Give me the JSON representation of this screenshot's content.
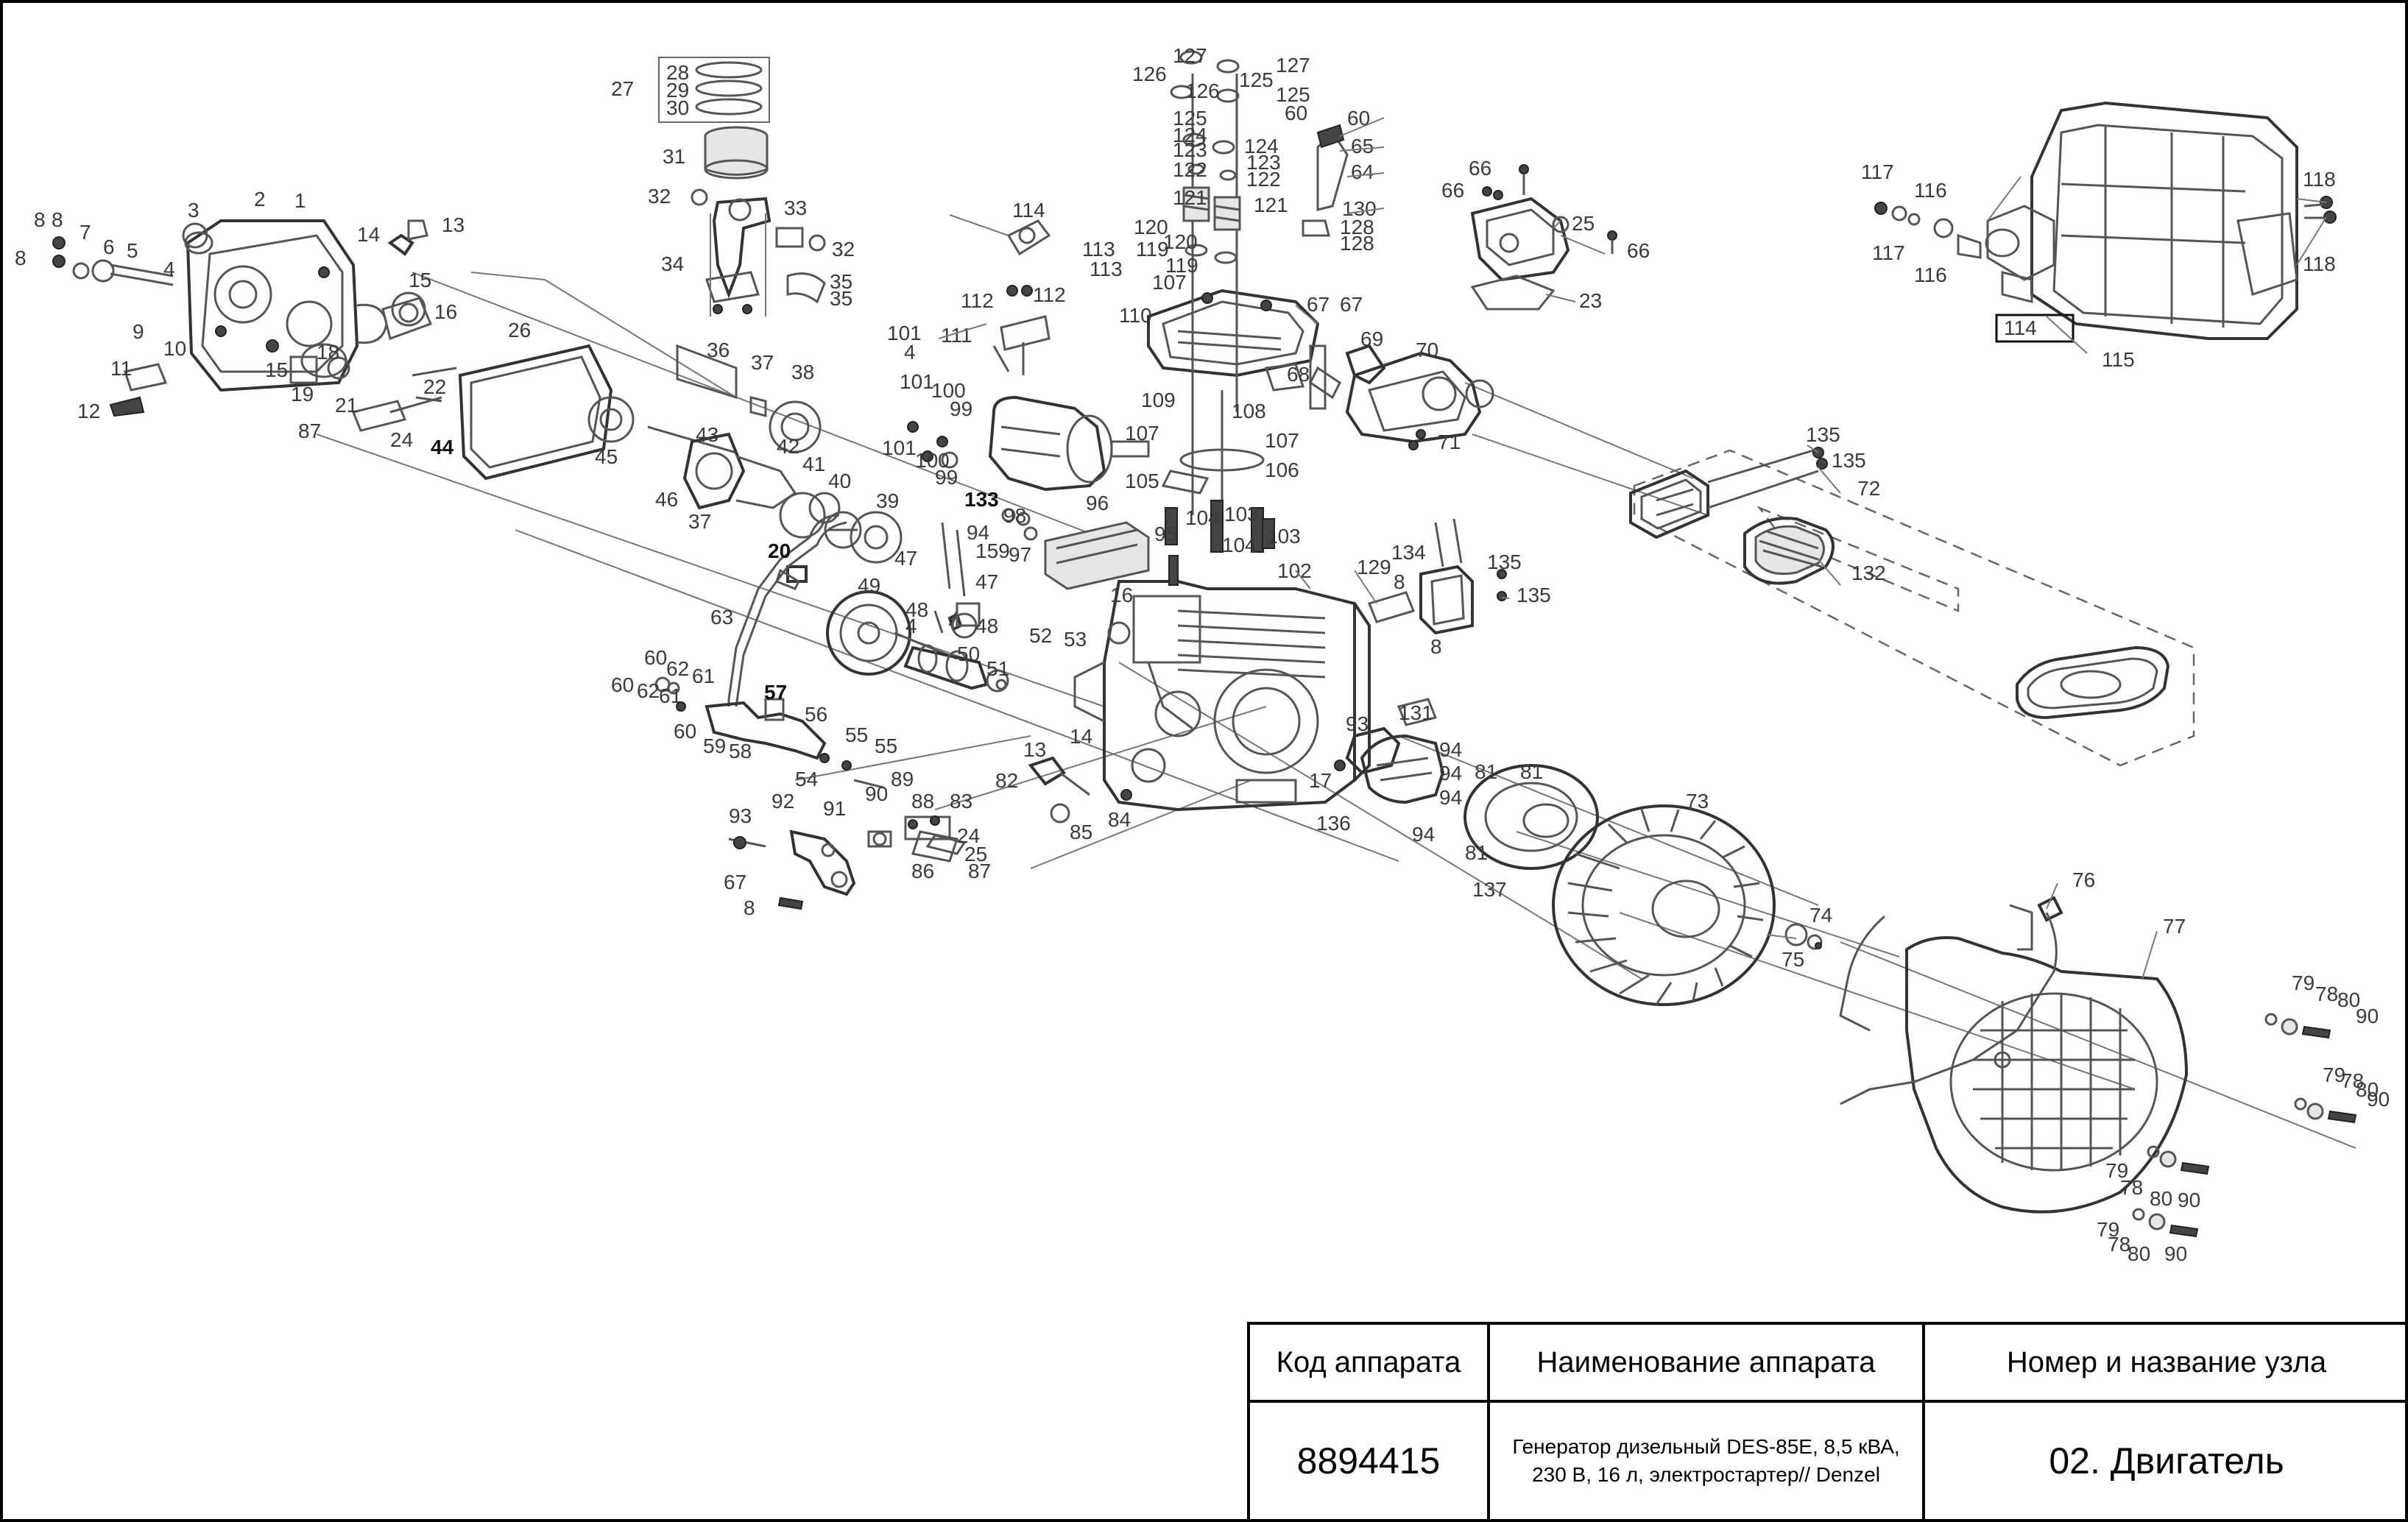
{
  "diagram": {
    "labels": [
      {
        "id": "l1",
        "text": "8"
      },
      {
        "id": "l2",
        "text": "8"
      },
      {
        "id": "l3",
        "text": "7"
      },
      {
        "id": "l4",
        "text": "6"
      },
      {
        "id": "l5",
        "text": "5"
      },
      {
        "id": "l6",
        "text": "8"
      },
      {
        "id": "l7",
        "text": "3"
      },
      {
        "id": "l8",
        "text": "2"
      },
      {
        "id": "l9",
        "text": "1"
      },
      {
        "id": "l10",
        "text": "13"
      },
      {
        "id": "l11",
        "text": "14"
      },
      {
        "id": "l12",
        "text": "15"
      },
      {
        "id": "l13",
        "text": "4"
      },
      {
        "id": "l14",
        "text": "16"
      },
      {
        "id": "l15",
        "text": "9"
      },
      {
        "id": "l16",
        "text": "10"
      },
      {
        "id": "l17",
        "text": "11"
      },
      {
        "id": "l18",
        "text": "12"
      },
      {
        "id": "l19",
        "text": "15"
      },
      {
        "id": "l20",
        "text": "18"
      },
      {
        "id": "l21",
        "text": "19"
      },
      {
        "id": "l22",
        "text": "21"
      },
      {
        "id": "l23",
        "text": "22"
      },
      {
        "id": "l24",
        "text": "87"
      },
      {
        "id": "l25",
        "text": "24"
      },
      {
        "id": "l26",
        "text": "44"
      },
      {
        "id": "l27",
        "text": "26"
      },
      {
        "id": "l28",
        "text": "27"
      },
      {
        "id": "l29",
        "text": "28"
      },
      {
        "id": "l30",
        "text": "29"
      },
      {
        "id": "l31",
        "text": "30"
      },
      {
        "id": "l32",
        "text": "31"
      },
      {
        "id": "l33",
        "text": "32"
      },
      {
        "id": "l34",
        "text": "33"
      },
      {
        "id": "l35",
        "text": "32"
      },
      {
        "id": "l36",
        "text": "34"
      },
      {
        "id": "l37",
        "text": "35"
      },
      {
        "id": "l38",
        "text": "35"
      },
      {
        "id": "l39",
        "text": "36"
      },
      {
        "id": "l40",
        "text": "37"
      },
      {
        "id": "l41",
        "text": "38"
      },
      {
        "id": "l42",
        "text": "43"
      },
      {
        "id": "l43",
        "text": "42"
      },
      {
        "id": "l44",
        "text": "41"
      },
      {
        "id": "l45",
        "text": "45"
      },
      {
        "id": "l46",
        "text": "46"
      },
      {
        "id": "l47",
        "text": "37"
      },
      {
        "id": "l48",
        "text": "40"
      },
      {
        "id": "l49",
        "text": "39"
      },
      {
        "id": "l50",
        "text": "20"
      },
      {
        "id": "l51",
        "text": "47"
      },
      {
        "id": "l52",
        "text": "49"
      },
      {
        "id": "l53",
        "text": "63"
      },
      {
        "id": "l54",
        "text": "48"
      },
      {
        "id": "l55",
        "text": "4"
      },
      {
        "id": "l56",
        "text": "50"
      },
      {
        "id": "l57",
        "text": "51"
      },
      {
        "id": "l58",
        "text": "60"
      },
      {
        "id": "l59",
        "text": "62"
      },
      {
        "id": "l60",
        "text": "61"
      },
      {
        "id": "l61",
        "text": "60"
      },
      {
        "id": "l62",
        "text": "62"
      },
      {
        "id": "l63",
        "text": "61"
      },
      {
        "id": "l64",
        "text": "57"
      },
      {
        "id": "l65",
        "text": "56"
      },
      {
        "id": "l66",
        "text": "60"
      },
      {
        "id": "l67",
        "text": "59"
      },
      {
        "id": "l68",
        "text": "58"
      },
      {
        "id": "l69",
        "text": "55"
      },
      {
        "id": "l70",
        "text": "55"
      },
      {
        "id": "l71",
        "text": "54"
      },
      {
        "id": "l72",
        "text": "93"
      },
      {
        "id": "l73",
        "text": "92"
      },
      {
        "id": "l74",
        "text": "91"
      },
      {
        "id": "l75",
        "text": "90"
      },
      {
        "id": "l76",
        "text": "67"
      },
      {
        "id": "l77",
        "text": "8"
      },
      {
        "id": "l78",
        "text": "89"
      },
      {
        "id": "l79",
        "text": "88"
      },
      {
        "id": "l80",
        "text": "83"
      },
      {
        "id": "l81",
        "text": "82"
      },
      {
        "id": "l82",
        "text": "24"
      },
      {
        "id": "l83",
        "text": "25"
      },
      {
        "id": "l84",
        "text": "86"
      },
      {
        "id": "l85",
        "text": "87"
      },
      {
        "id": "l86",
        "text": "13"
      },
      {
        "id": "l87",
        "text": "14"
      },
      {
        "id": "l88",
        "text": "84"
      },
      {
        "id": "l89",
        "text": "85"
      },
      {
        "id": "l90",
        "text": "52"
      },
      {
        "id": "l91",
        "text": "53"
      },
      {
        "id": "l92",
        "text": "114"
      },
      {
        "id": "l93",
        "text": "113"
      },
      {
        "id": "l94",
        "text": "113"
      },
      {
        "id": "l95",
        "text": "112"
      },
      {
        "id": "l96",
        "text": "112"
      },
      {
        "id": "l97",
        "text": "111"
      },
      {
        "id": "l98",
        "text": "101"
      },
      {
        "id": "l99",
        "text": "4"
      },
      {
        "id": "l100",
        "text": "101"
      },
      {
        "id": "l101",
        "text": "100"
      },
      {
        "id": "l102",
        "text": "99"
      },
      {
        "id": "l103",
        "text": "101"
      },
      {
        "id": "l104",
        "text": "100"
      },
      {
        "id": "l105",
        "text": "99"
      },
      {
        "id": "l106",
        "text": "133"
      },
      {
        "id": "l107",
        "text": "98"
      },
      {
        "id": "l108",
        "text": "94"
      },
      {
        "id": "l109",
        "text": "159"
      },
      {
        "id": "l110",
        "text": "97"
      },
      {
        "id": "l111",
        "text": "96"
      },
      {
        "id": "l112",
        "text": "47"
      },
      {
        "id": "l113",
        "text": "48"
      },
      {
        "id": "l114",
        "text": "16"
      },
      {
        "id": "l115",
        "text": "127"
      },
      {
        "id": "l116",
        "text": "127"
      },
      {
        "id": "l117",
        "text": "126"
      },
      {
        "id": "l118",
        "text": "125"
      },
      {
        "id": "l119",
        "text": "126"
      },
      {
        "id": "l120",
        "text": "125"
      },
      {
        "id": "l121",
        "text": "125"
      },
      {
        "id": "l122",
        "text": "60"
      },
      {
        "id": "l123",
        "text": "60"
      },
      {
        "id": "l124",
        "text": "124"
      },
      {
        "id": "l125",
        "text": "124"
      },
      {
        "id": "l126",
        "text": "123"
      },
      {
        "id": "l127",
        "text": "123"
      },
      {
        "id": "l128",
        "text": "122"
      },
      {
        "id": "l129",
        "text": "122"
      },
      {
        "id": "l130",
        "text": "65"
      },
      {
        "id": "l131",
        "text": "64"
      },
      {
        "id": "l132",
        "text": "121"
      },
      {
        "id": "l133",
        "text": "121"
      },
      {
        "id": "l134",
        "text": "130"
      },
      {
        "id": "l135",
        "text": "120"
      },
      {
        "id": "l136",
        "text": "128"
      },
      {
        "id": "l137",
        "text": "120"
      },
      {
        "id": "l138",
        "text": "128"
      },
      {
        "id": "l139",
        "text": "119"
      },
      {
        "id": "l140",
        "text": "119"
      },
      {
        "id": "l141",
        "text": "107"
      },
      {
        "id": "l142",
        "text": "110"
      },
      {
        "id": "l143",
        "text": "67"
      },
      {
        "id": "l144",
        "text": "67"
      },
      {
        "id": "l145",
        "text": "69"
      },
      {
        "id": "l146",
        "text": "70"
      },
      {
        "id": "l147",
        "text": "68"
      },
      {
        "id": "l148",
        "text": "109"
      },
      {
        "id": "l149",
        "text": "108"
      },
      {
        "id": "l150",
        "text": "107"
      },
      {
        "id": "l151",
        "text": "107"
      },
      {
        "id": "l152",
        "text": "106"
      },
      {
        "id": "l153",
        "text": "105"
      },
      {
        "id": "l154",
        "text": "104"
      },
      {
        "id": "l155",
        "text": "103"
      },
      {
        "id": "l156",
        "text": "95"
      },
      {
        "id": "l157",
        "text": "103"
      },
      {
        "id": "l158",
        "text": "104"
      },
      {
        "id": "l159",
        "text": "102"
      },
      {
        "id": "l160",
        "text": "71"
      },
      {
        "id": "l161",
        "text": "66"
      },
      {
        "id": "l162",
        "text": "66"
      },
      {
        "id": "l163",
        "text": "25"
      },
      {
        "id": "l164",
        "text": "66"
      },
      {
        "id": "l165",
        "text": "23"
      },
      {
        "id": "l166",
        "text": "129"
      },
      {
        "id": "l167",
        "text": "134"
      },
      {
        "id": "l168",
        "text": "135"
      },
      {
        "id": "l169",
        "text": "135"
      },
      {
        "id": "l170",
        "text": "8"
      },
      {
        "id": "l171",
        "text": "8"
      },
      {
        "id": "l172",
        "text": "93"
      },
      {
        "id": "l173",
        "text": "131"
      },
      {
        "id": "l174",
        "text": "17"
      },
      {
        "id": "l175",
        "text": "94"
      },
      {
        "id": "l176",
        "text": "94"
      },
      {
        "id": "l177",
        "text": "81"
      },
      {
        "id": "l178",
        "text": "81"
      },
      {
        "id": "l179",
        "text": "94"
      },
      {
        "id": "l180",
        "text": "136"
      },
      {
        "id": "l181",
        "text": "94"
      },
      {
        "id": "l182",
        "text": "81"
      },
      {
        "id": "l183",
        "text": "137"
      },
      {
        "id": "l184",
        "text": "73"
      },
      {
        "id": "l185",
        "text": "74"
      },
      {
        "id": "l186",
        "text": "75"
      },
      {
        "id": "l187",
        "text": "76"
      },
      {
        "id": "l188",
        "text": "77"
      },
      {
        "id": "l189",
        "text": "79"
      },
      {
        "id": "l190",
        "text": "78"
      },
      {
        "id": "l191",
        "text": "80"
      },
      {
        "id": "l192",
        "text": "90"
      },
      {
        "id": "l193",
        "text": "79"
      },
      {
        "id": "l194",
        "text": "78"
      },
      {
        "id": "l195",
        "text": "80"
      },
      {
        "id": "l196",
        "text": "90"
      },
      {
        "id": "l197",
        "text": "79"
      },
      {
        "id": "l198",
        "text": "78"
      },
      {
        "id": "l199",
        "text": "80"
      },
      {
        "id": "l200",
        "text": "90"
      },
      {
        "id": "l201",
        "text": "79"
      },
      {
        "id": "l202",
        "text": "78"
      },
      {
        "id": "l203",
        "text": "80"
      },
      {
        "id": "l204",
        "text": "90"
      },
      {
        "id": "l205",
        "text": "135"
      },
      {
        "id": "l206",
        "text": "135"
      },
      {
        "id": "l207",
        "text": "72"
      },
      {
        "id": "l208",
        "text": "132"
      },
      {
        "id": "l209",
        "text": "117"
      },
      {
        "id": "l210",
        "text": "116"
      },
      {
        "id": "l211",
        "text": "117"
      },
      {
        "id": "l212",
        "text": "116"
      },
      {
        "id": "l213",
        "text": "118"
      },
      {
        "id": "l214",
        "text": "118"
      },
      {
        "id": "l215",
        "text": "114"
      },
      {
        "id": "l216",
        "text": "115"
      }
    ]
  },
  "title_block": {
    "col_code_header": "Код аппарата",
    "col_name_header": "Наименование аппарата",
    "col_unit_header": "Номер и название узла",
    "code_value": "8894415",
    "name_value": "Генератор дизельный DES-85E, 8,5 кВА, 230 В, 16 л, электростартер// Denzel",
    "unit_value": "02. Двигатель"
  }
}
